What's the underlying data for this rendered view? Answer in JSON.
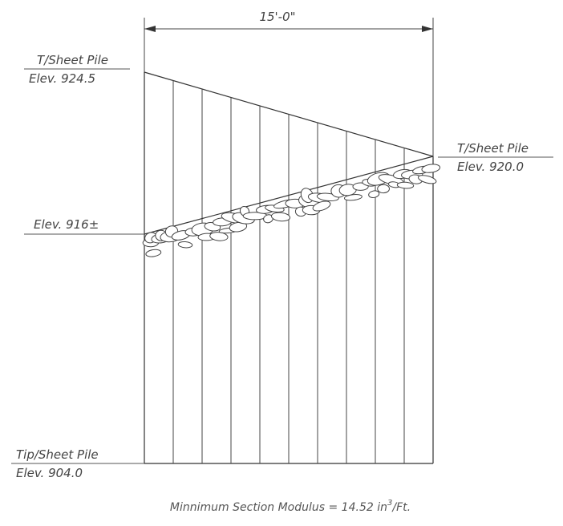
{
  "dimension": {
    "width_label": "15'-0\""
  },
  "labels": {
    "top_left": {
      "line1": "T/Sheet Pile",
      "line2": "Elev. 924.5"
    },
    "top_right": {
      "line1": "T/Sheet Pile",
      "line2": "Elev. 920.0"
    },
    "ground": {
      "line1": "Elev. 916±"
    },
    "tip": {
      "line1": "Tip/Sheet Pile",
      "line2": "Elev. 904.0"
    }
  },
  "caption": {
    "prefix": "Minnimum Section Modulus = 14.52 in",
    "superscript": "3",
    "suffix": "/Ft."
  }
}
